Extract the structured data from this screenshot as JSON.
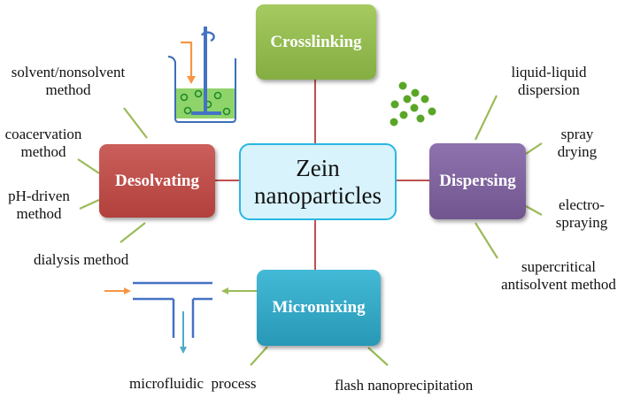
{
  "center": {
    "line1": "Zein",
    "line2": "nanoparticles",
    "fill": "#d8f3fb",
    "border": "#2ab6e3"
  },
  "methods": {
    "crosslinking": {
      "label": "Crosslinking",
      "color": "#92b950"
    },
    "desolvating": {
      "label": "Desolvating",
      "color": "#c0504d"
    },
    "dispersing": {
      "label": "Dispersing",
      "color": "#8064a2"
    },
    "micromixing": {
      "label": "Micromixing",
      "color": "#31aacb"
    }
  },
  "desolvating_items": {
    "solvent": {
      "line1": "solvent/nonsolvent",
      "line2": "method"
    },
    "coacervation": {
      "line1": "coacervation",
      "line2": "method"
    },
    "ph": {
      "line1": "pH-driven",
      "line2": "method"
    },
    "dialysis": {
      "line1": "dialysis method"
    }
  },
  "dispersing_items": {
    "liquid": {
      "line1": "liquid-liquid",
      "line2": "dispersion"
    },
    "spray": {
      "line1": "spray",
      "line2": "drying"
    },
    "electro": {
      "line1": "electro-",
      "line2": "spraying"
    },
    "supercritical": {
      "line1": "supercritical",
      "line2": "antisolvent method"
    }
  },
  "micromixing_items": {
    "microfluidic": "microfluidic  process",
    "flash": "flash nanoprecipitation"
  },
  "colors": {
    "connector_red": "#c0504d",
    "leader_green": "#9bbb59",
    "beaker_liquid": "#8fd46a",
    "stirrer_blue": "#4472c4",
    "arrow_orange": "#f79646",
    "arrow_green": "#9bbb59",
    "arrow_cyan": "#4bacc6",
    "dots_green": "#5aa627"
  }
}
